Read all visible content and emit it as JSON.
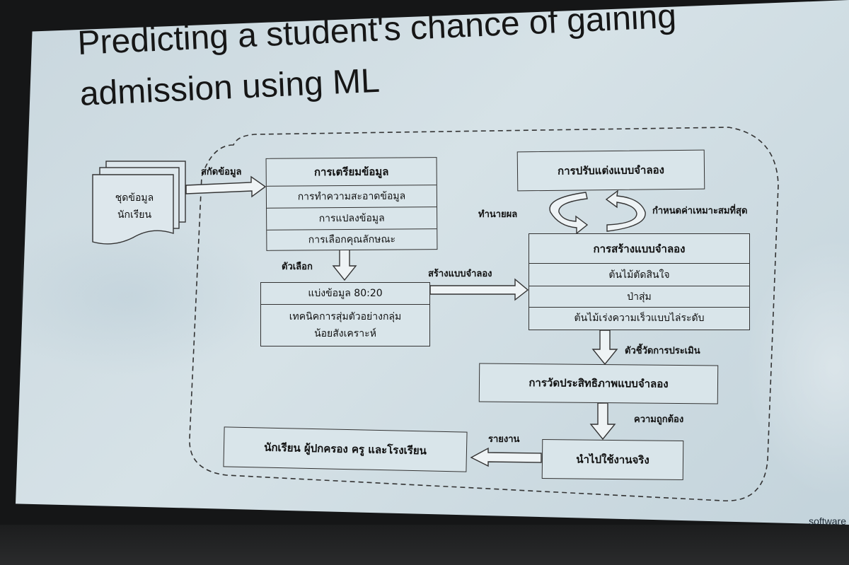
{
  "slide": {
    "title_line1": "Predicting a student's chance of gaining",
    "title_line2": "admission using ML",
    "watermark": "software"
  },
  "diagram": {
    "student_data": "ชุดข้อมูล\nนักเรียน",
    "extract_label": "สกัดข้อมูล",
    "prep": {
      "title": "การเตรียมข้อมูล",
      "rows": [
        "การทำความสะอาดข้อมูล",
        "การแปลงข้อมูล",
        "การเลือกคุณลักษณะ"
      ]
    },
    "options_label": "ตัวเลือก",
    "split": {
      "row1": "แบ่งข้อมูล 80:20",
      "row2": "เทคนิคการสุ่มตัวอย่างกลุ่ม\nน้อยสังเคราะห์"
    },
    "build_label": "สร้างแบบจำลอง",
    "tuning_title": "การปรับแต่งแบบจำลอง",
    "predict_label": "ทำนายผล",
    "optimal_label": "กำหนดค่าเหมาะสมที่สุด",
    "model": {
      "title": "การสร้างแบบจำลอง",
      "rows": [
        "ต้นไม้ตัดสินใจ",
        "ป่าสุ่ม",
        "ต้นไม้เร่งความเร็วแบบไล่ระดับ"
      ]
    },
    "metrics_label": "ตัวชี้วัดการประเมิน",
    "eval_title": "การวัดประสิทธิภาพแบบจำลอง",
    "accuracy_label": "ความถูกต้อง",
    "deploy_title": "นำไปใช้งานจริง",
    "report_label": "รายงาน",
    "audience_title": "นักเรียน ผู้ปกครอง ครู และโรงเรียน"
  }
}
